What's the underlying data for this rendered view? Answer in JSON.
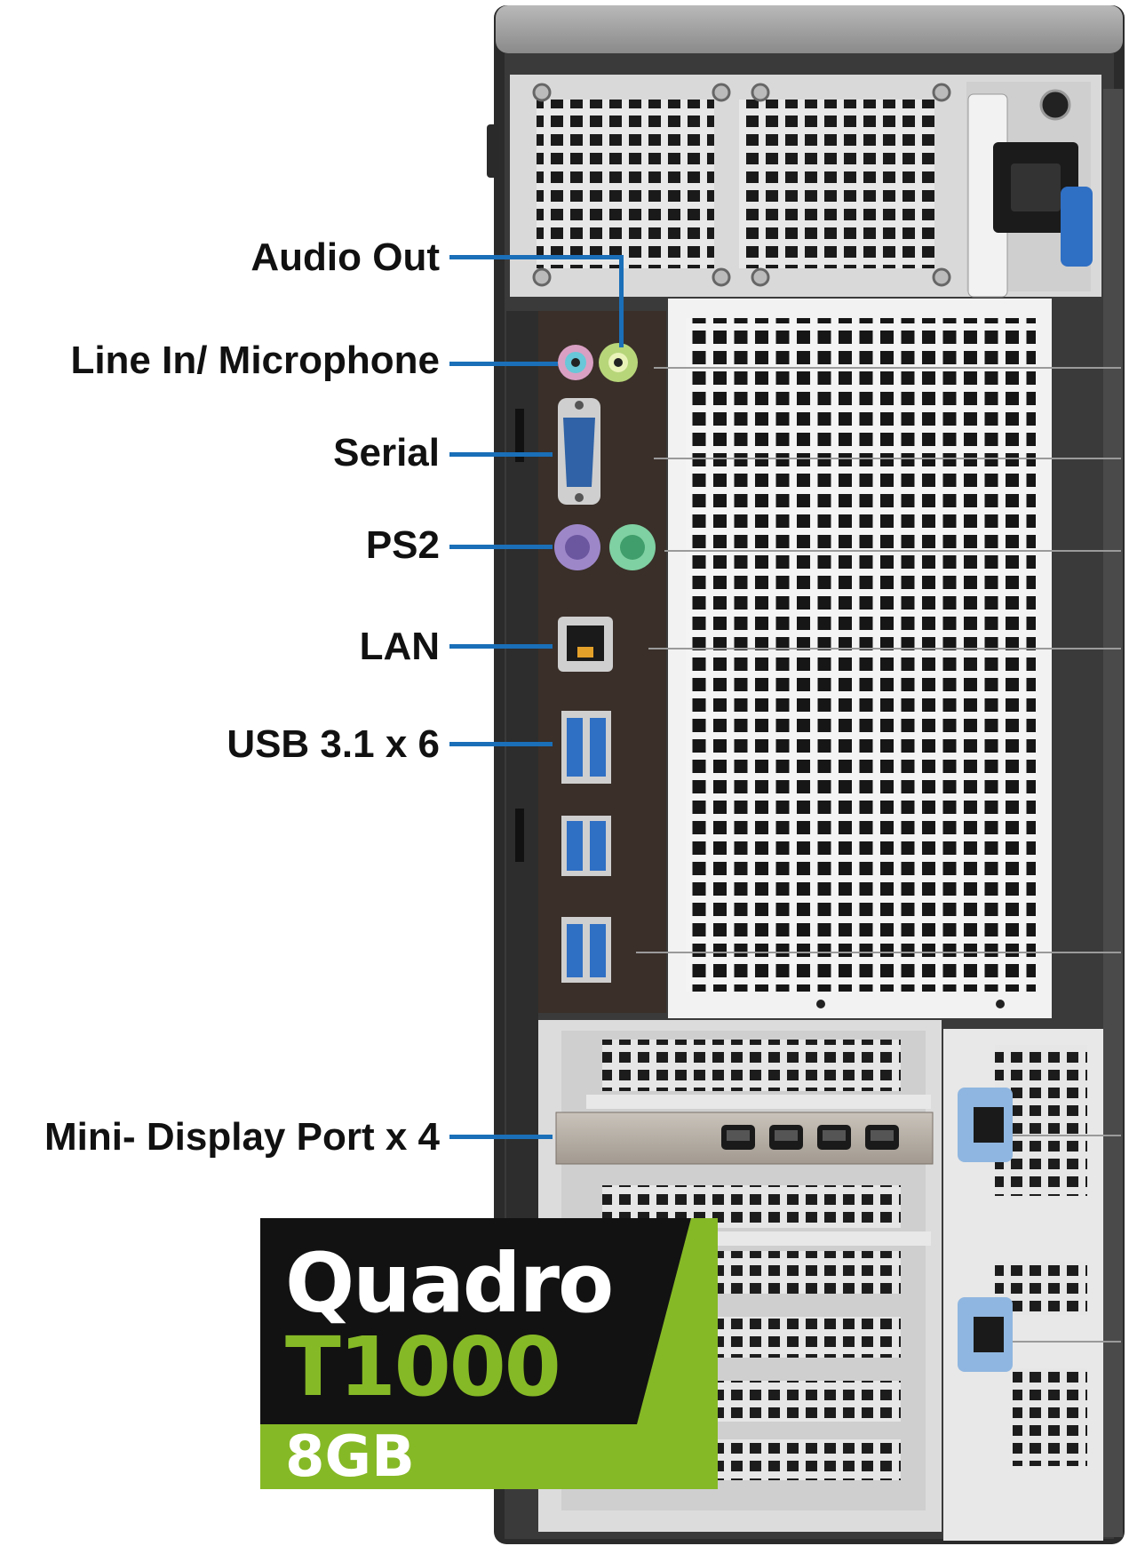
{
  "labels": {
    "audio_out": "Audio Out",
    "line_in": "Line In/ Microphone",
    "serial": "Serial",
    "ps2": "PS2",
    "lan": "LAN",
    "usb": "USB 3.1 x 6",
    "mini_dp": "Mini- Display Port x 4"
  },
  "badge": {
    "brand": "Quadro",
    "model": "T1000",
    "memory": "8GB"
  },
  "colors": {
    "leader": "#1a6fb8",
    "nvidia_green": "#86b926",
    "chassis": "#2a2a2a",
    "grille": "#f2f2f2",
    "io_panel": "#3a2f29",
    "usb_blue": "#2f6fc4"
  }
}
